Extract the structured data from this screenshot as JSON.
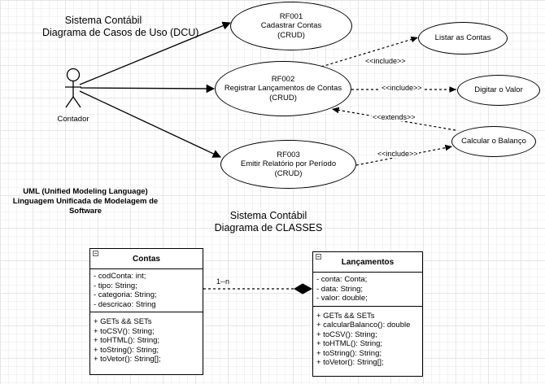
{
  "use_case_diagram": {
    "title_line1": "Sistema Contábil",
    "title_line2": "Diagrama de Casos de Uso (DCU)",
    "actor": "Contador",
    "use_cases": [
      {
        "id": "RF001",
        "name": "Cadastrar Contas",
        "tag": "(CRUD)"
      },
      {
        "id": "RF002",
        "name": "Registrar Lançamentos de Contas",
        "tag": "(CRUD)"
      },
      {
        "id": "RF003",
        "name": "Emitir Relatório por Período",
        "tag": "(CRUD)"
      }
    ],
    "extra_cases": {
      "listar": "Listar as Contas",
      "digitar": "Digitar o Valor",
      "calcular": "Calcular o Balanço"
    },
    "relations": {
      "include_listar": "<<include>>",
      "include_digitar": "<<include>>",
      "extends_calcular": "<<extends>>",
      "include_calcular": "<<include>>"
    }
  },
  "uml_note": {
    "line1": "UML (Unified Modeling Language)",
    "line2": "Linguagem Unificada de Modelagem de",
    "line3": "Software"
  },
  "class_diagram": {
    "title_line1": "Sistema Contábil",
    "title_line2": "Diagrama de CLASSES",
    "multiplicity": "1--n",
    "classes": [
      {
        "name": "Contas",
        "attributes": [
          "- codConta: int;",
          "- tipo: String;",
          "- categoria:  String;",
          "- descricao: String"
        ],
        "methods": [
          "+ GETs && SETs",
          "+ toCSV(): String;",
          "+ toHTML(): String;",
          "+ toString(): String;",
          "+ toVetor(): String[];"
        ]
      },
      {
        "name": "Lançamentos",
        "attributes": [
          "- conta: Conta;",
          "- data: String;",
          "- valor:  double;"
        ],
        "methods": [
          "+ GETs && SETs",
          "+ calcularBalanco(): double",
          "+ toCSV(): String;",
          "+ toHTML(): String;",
          "+ toString(): String;",
          "+ toVetor(): String[];"
        ]
      }
    ]
  }
}
